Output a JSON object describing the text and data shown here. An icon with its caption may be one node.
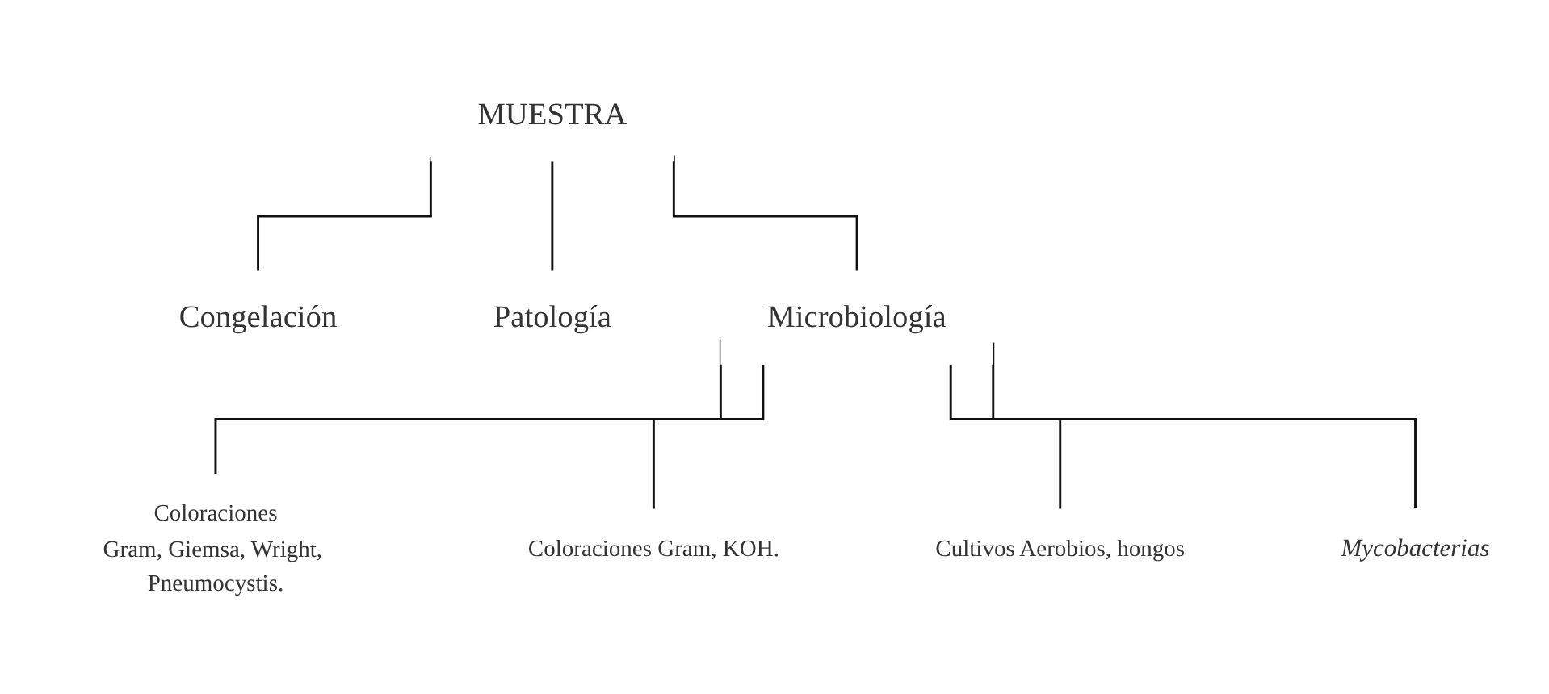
{
  "diagram": {
    "nodes": [
      {
        "text": [
          "MUESTRA"
        ]
      },
      {
        "text": [
          "Congelación"
        ]
      },
      {
        "text": [
          "Patología"
        ]
      },
      {
        "text": [
          "Microbiología"
        ]
      },
      {
        "text": [
          "Coloraciones",
          "Gram, Giemsa, Wright, Pneumocystis."
        ]
      },
      {
        "text": [
          "Coloraciones Gram, KOH."
        ]
      },
      {
        "text": [
          "Cultivos Aerobios, hongos"
        ]
      },
      {
        "text": [
          "Mycobacterias"
        ]
      }
    ],
    "edges": [
      {
        "from": 0,
        "to": 1,
        "arrow": "none"
      },
      {
        "from": 0,
        "to": 2,
        "arrow": "none"
      },
      {
        "from": 0,
        "to": 3,
        "arrow": "none"
      },
      {
        "from": 3,
        "to": 4,
        "arrow": "none"
      },
      {
        "from": 3,
        "to": 5,
        "arrow": "none"
      },
      {
        "from": 3,
        "to": 6,
        "arrow": "none"
      },
      {
        "from": 3,
        "to": 7,
        "arrow": "none"
      }
    ]
  }
}
